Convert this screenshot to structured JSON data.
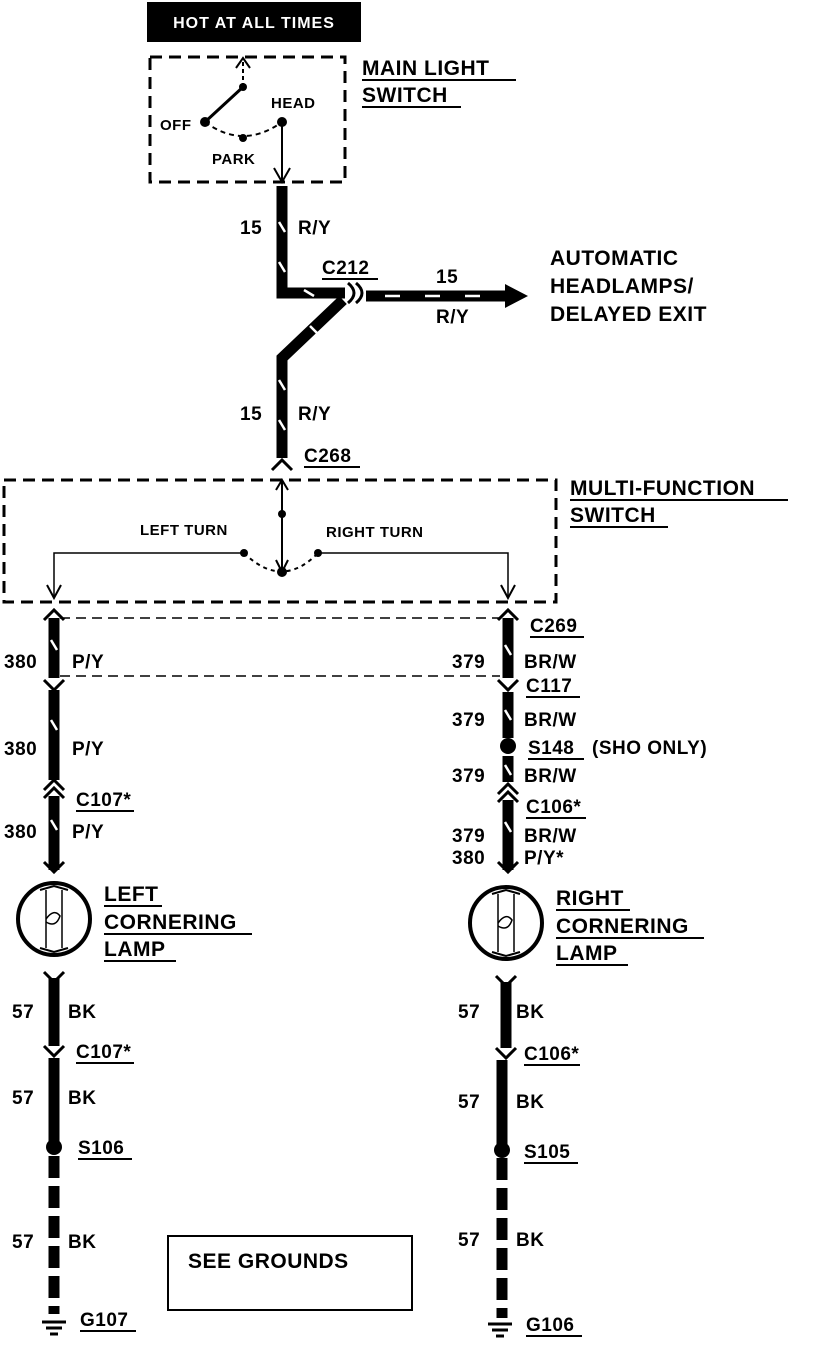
{
  "power": {
    "label": "HOT AT ALL TIMES"
  },
  "main_light_switch": {
    "title_line1": "MAIN LIGHT",
    "title_line2": "SWITCH",
    "positions": {
      "off": "OFF",
      "park": "PARK",
      "head": "HEAD"
    }
  },
  "wires": {
    "w15_top": {
      "number": "15",
      "color": "R/Y"
    },
    "w15_branch": {
      "number": "15",
      "color": "R/Y"
    },
    "w15_mid": {
      "number": "15",
      "color": "R/Y"
    },
    "w380_a": {
      "number": "380",
      "color": "P/Y"
    },
    "w380_b": {
      "number": "380",
      "color": "P/Y"
    },
    "w380_c": {
      "number": "380",
      "color": "P/Y"
    },
    "w379_a": {
      "number": "379",
      "color": "BR/W"
    },
    "w379_b": {
      "number": "379",
      "color": "BR/W"
    },
    "w379_c": {
      "number": "379",
      "color": "BR/W"
    },
    "w379_d": {
      "number": "379",
      "color": "BR/W"
    },
    "w380_d": {
      "number": "380",
      "color": "P/Y*"
    },
    "w57_l1": {
      "number": "57",
      "color": "BK"
    },
    "w57_l2": {
      "number": "57",
      "color": "BK"
    },
    "w57_l3": {
      "number": "57",
      "color": "BK"
    },
    "w57_r1": {
      "number": "57",
      "color": "BK"
    },
    "w57_r2": {
      "number": "57",
      "color": "BK"
    },
    "w57_r3": {
      "number": "57",
      "color": "BK"
    }
  },
  "connectors": {
    "c212": "C212",
    "c268": "C268",
    "c269": "C269",
    "c117": "C117",
    "c107_a": "C107*",
    "c107_b": "C107*",
    "c106_a": "C106*",
    "c106_b": "C106*"
  },
  "splices": {
    "s148": "S148",
    "s148_note": "(SHO ONLY)",
    "s106": "S106",
    "s105": "S105"
  },
  "grounds": {
    "g107": "G107",
    "g106": "G106"
  },
  "auto_headlamps": {
    "line1": "AUTOMATIC",
    "line2": "HEADLAMPS/",
    "line3": "DELAYED EXIT"
  },
  "multi_function_switch": {
    "title_line1": "MULTI-FUNCTION",
    "title_line2": "SWITCH",
    "left_turn": "LEFT TURN",
    "right_turn": "RIGHT TURN"
  },
  "left_lamp": {
    "line1": "LEFT",
    "line2": "CORNERING",
    "line3": "LAMP"
  },
  "right_lamp": {
    "line1": "RIGHT",
    "line2": "CORNERING",
    "line3": "LAMP"
  },
  "see_grounds": {
    "label": "SEE GROUNDS"
  },
  "colors": {
    "ink": "#000000",
    "paper": "#ffffff"
  }
}
